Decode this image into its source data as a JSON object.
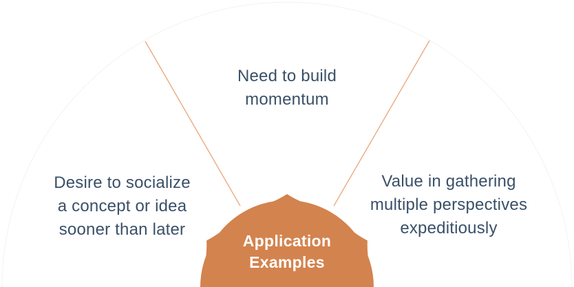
{
  "diagram": {
    "type": "semicircle-fan",
    "hub": {
      "label_lines": [
        "Application",
        "Examples"
      ]
    },
    "sectors": [
      {
        "position": "left",
        "lines": [
          "Desire to socialize",
          "a concept or idea",
          "sooner than later"
        ]
      },
      {
        "position": "top",
        "lines": [
          "Need to build",
          "momentum"
        ]
      },
      {
        "position": "right",
        "lines": [
          "Value in gathering",
          "multiple perspectives",
          "expeditiously"
        ]
      }
    ],
    "colors": {
      "hub_orange": "#D3834E",
      "line_orange": "#E8A678",
      "text_dark": "#3A5068",
      "dome_fill": "#FFFFFF",
      "hub_text": "#FFFFFF"
    }
  }
}
